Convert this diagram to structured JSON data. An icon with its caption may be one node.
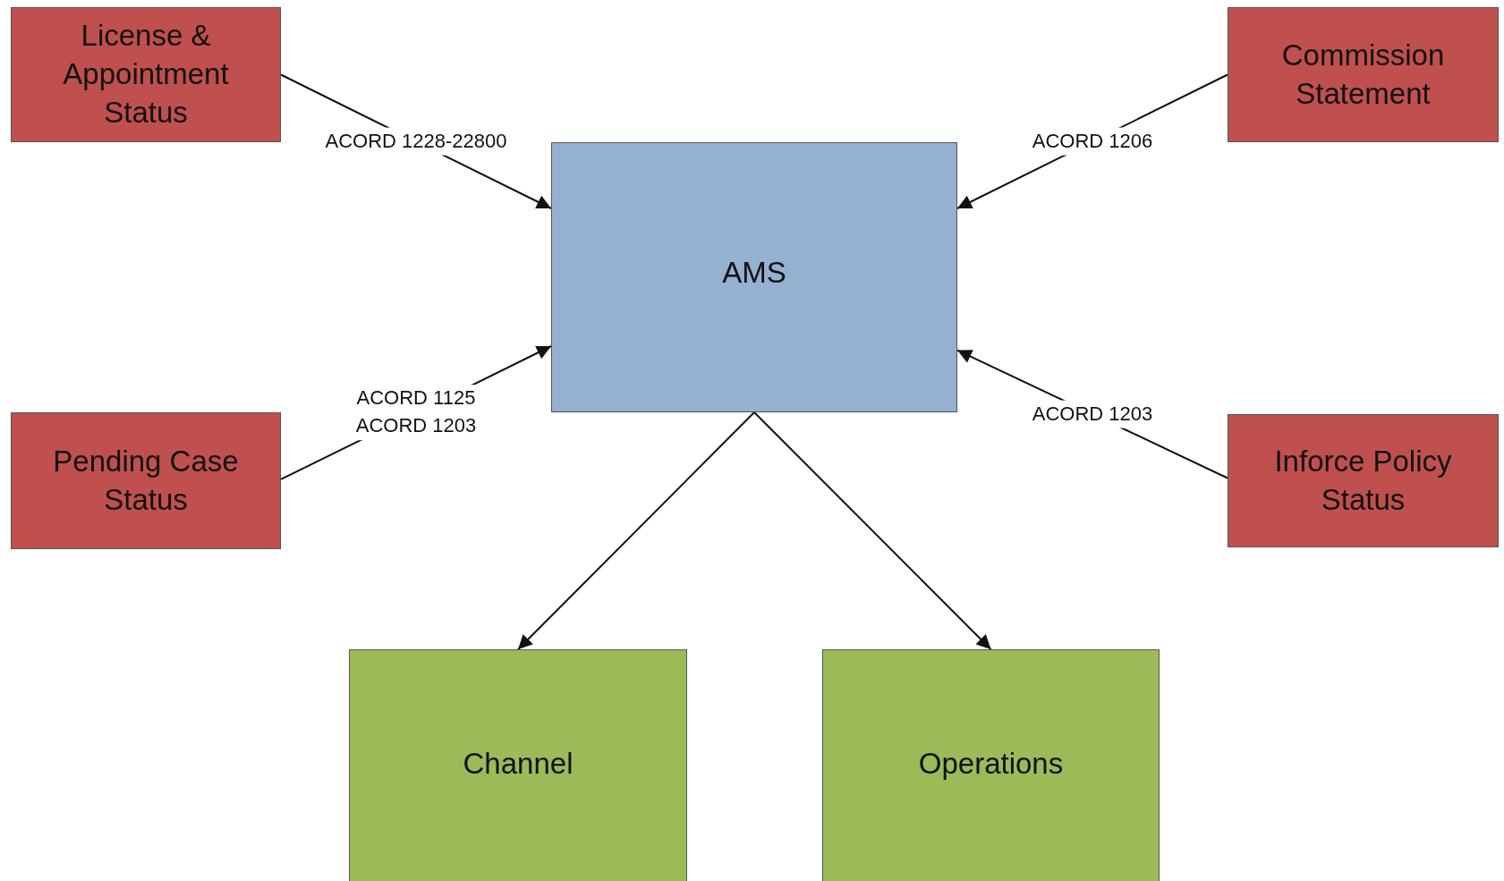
{
  "diagram": {
    "nodes": [
      {
        "text": [
          "License & Appointment Status"
        ]
      },
      {
        "text": [
          "Commission Statement"
        ]
      },
      {
        "text": [
          "AMS"
        ]
      },
      {
        "text": [
          "Pending Case Status"
        ]
      },
      {
        "text": [
          "Inforce Policy Status"
        ]
      },
      {
        "text": [
          "Channel"
        ]
      },
      {
        "text": [
          "Operations"
        ]
      }
    ],
    "edges": [
      {
        "from": 0,
        "to": 2,
        "arrow": "to",
        "label": "ACORD 1228-22800"
      },
      {
        "from": 1,
        "to": 2,
        "arrow": "to",
        "label": "ACORD 1206"
      },
      {
        "from": 3,
        "to": 2,
        "arrow": "to",
        "label": "ACORD 1125 ACORD 1203"
      },
      {
        "from": 4,
        "to": 2,
        "arrow": "to",
        "label": "ACORD 1203"
      },
      {
        "from": 2,
        "to": 5,
        "arrow": "to"
      },
      {
        "from": 2,
        "to": 6,
        "arrow": "to"
      }
    ]
  }
}
